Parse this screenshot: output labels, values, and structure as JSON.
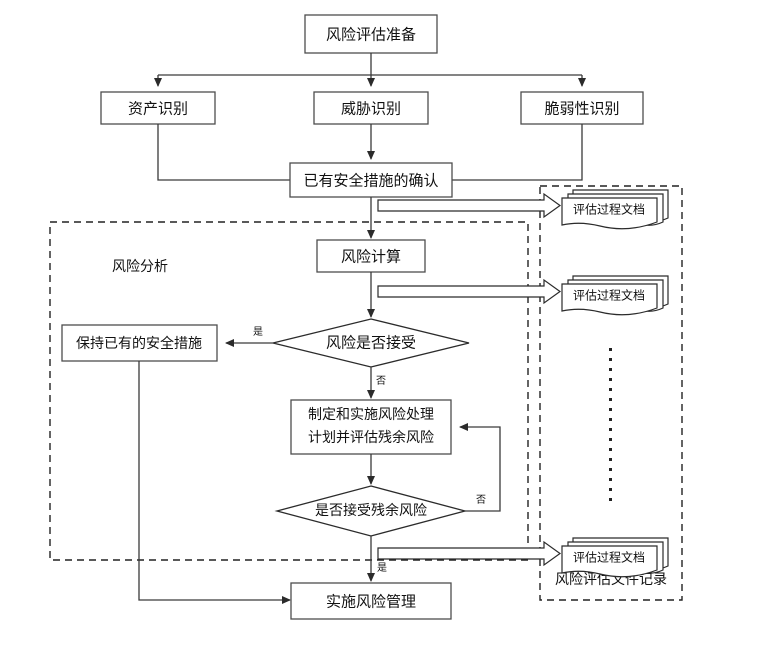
{
  "diagram": {
    "title_node": {
      "label": "风险评估准备"
    },
    "row2": [
      {
        "id": "asset",
        "label": "资产识别"
      },
      {
        "id": "threat",
        "label": "威胁识别"
      },
      {
        "id": "vuln",
        "label": "脆弱性识别"
      }
    ],
    "existing_controls": {
      "label": "已有安全措施的确认"
    },
    "risk_calc": {
      "label": "风险计算"
    },
    "decision_accept": {
      "label": "风险是否接受"
    },
    "keep_controls": {
      "label": "保持已有的安全措施"
    },
    "treatment_plan": {
      "line1": "制定和实施风险处理",
      "line2": "计划并评估残余风险"
    },
    "decision_residual": {
      "label": "是否接受残余风险"
    },
    "implement": {
      "label": "实施风险管理"
    },
    "edge_labels": {
      "yes_accept": "是",
      "no_accept": "否",
      "no_residual": "否",
      "yes_residual": "是"
    },
    "panels": {
      "risk_analysis": {
        "label": "风险分析"
      },
      "records": {
        "label": "风险评估文件记录"
      }
    },
    "documents": [
      {
        "id": "doc-1",
        "label": "评估过程文档"
      },
      {
        "id": "doc-2",
        "label": "评估过程文档"
      },
      {
        "id": "doc-3",
        "label": "评估过程文档"
      }
    ],
    "ellipsis": {
      "glyph": "⋮"
    },
    "colors": {
      "background": "#ffffff",
      "box_stroke": "#4d4d4d",
      "line": "#3a3a3a",
      "text": "#111111",
      "dashed_panel": "#222222"
    }
  }
}
